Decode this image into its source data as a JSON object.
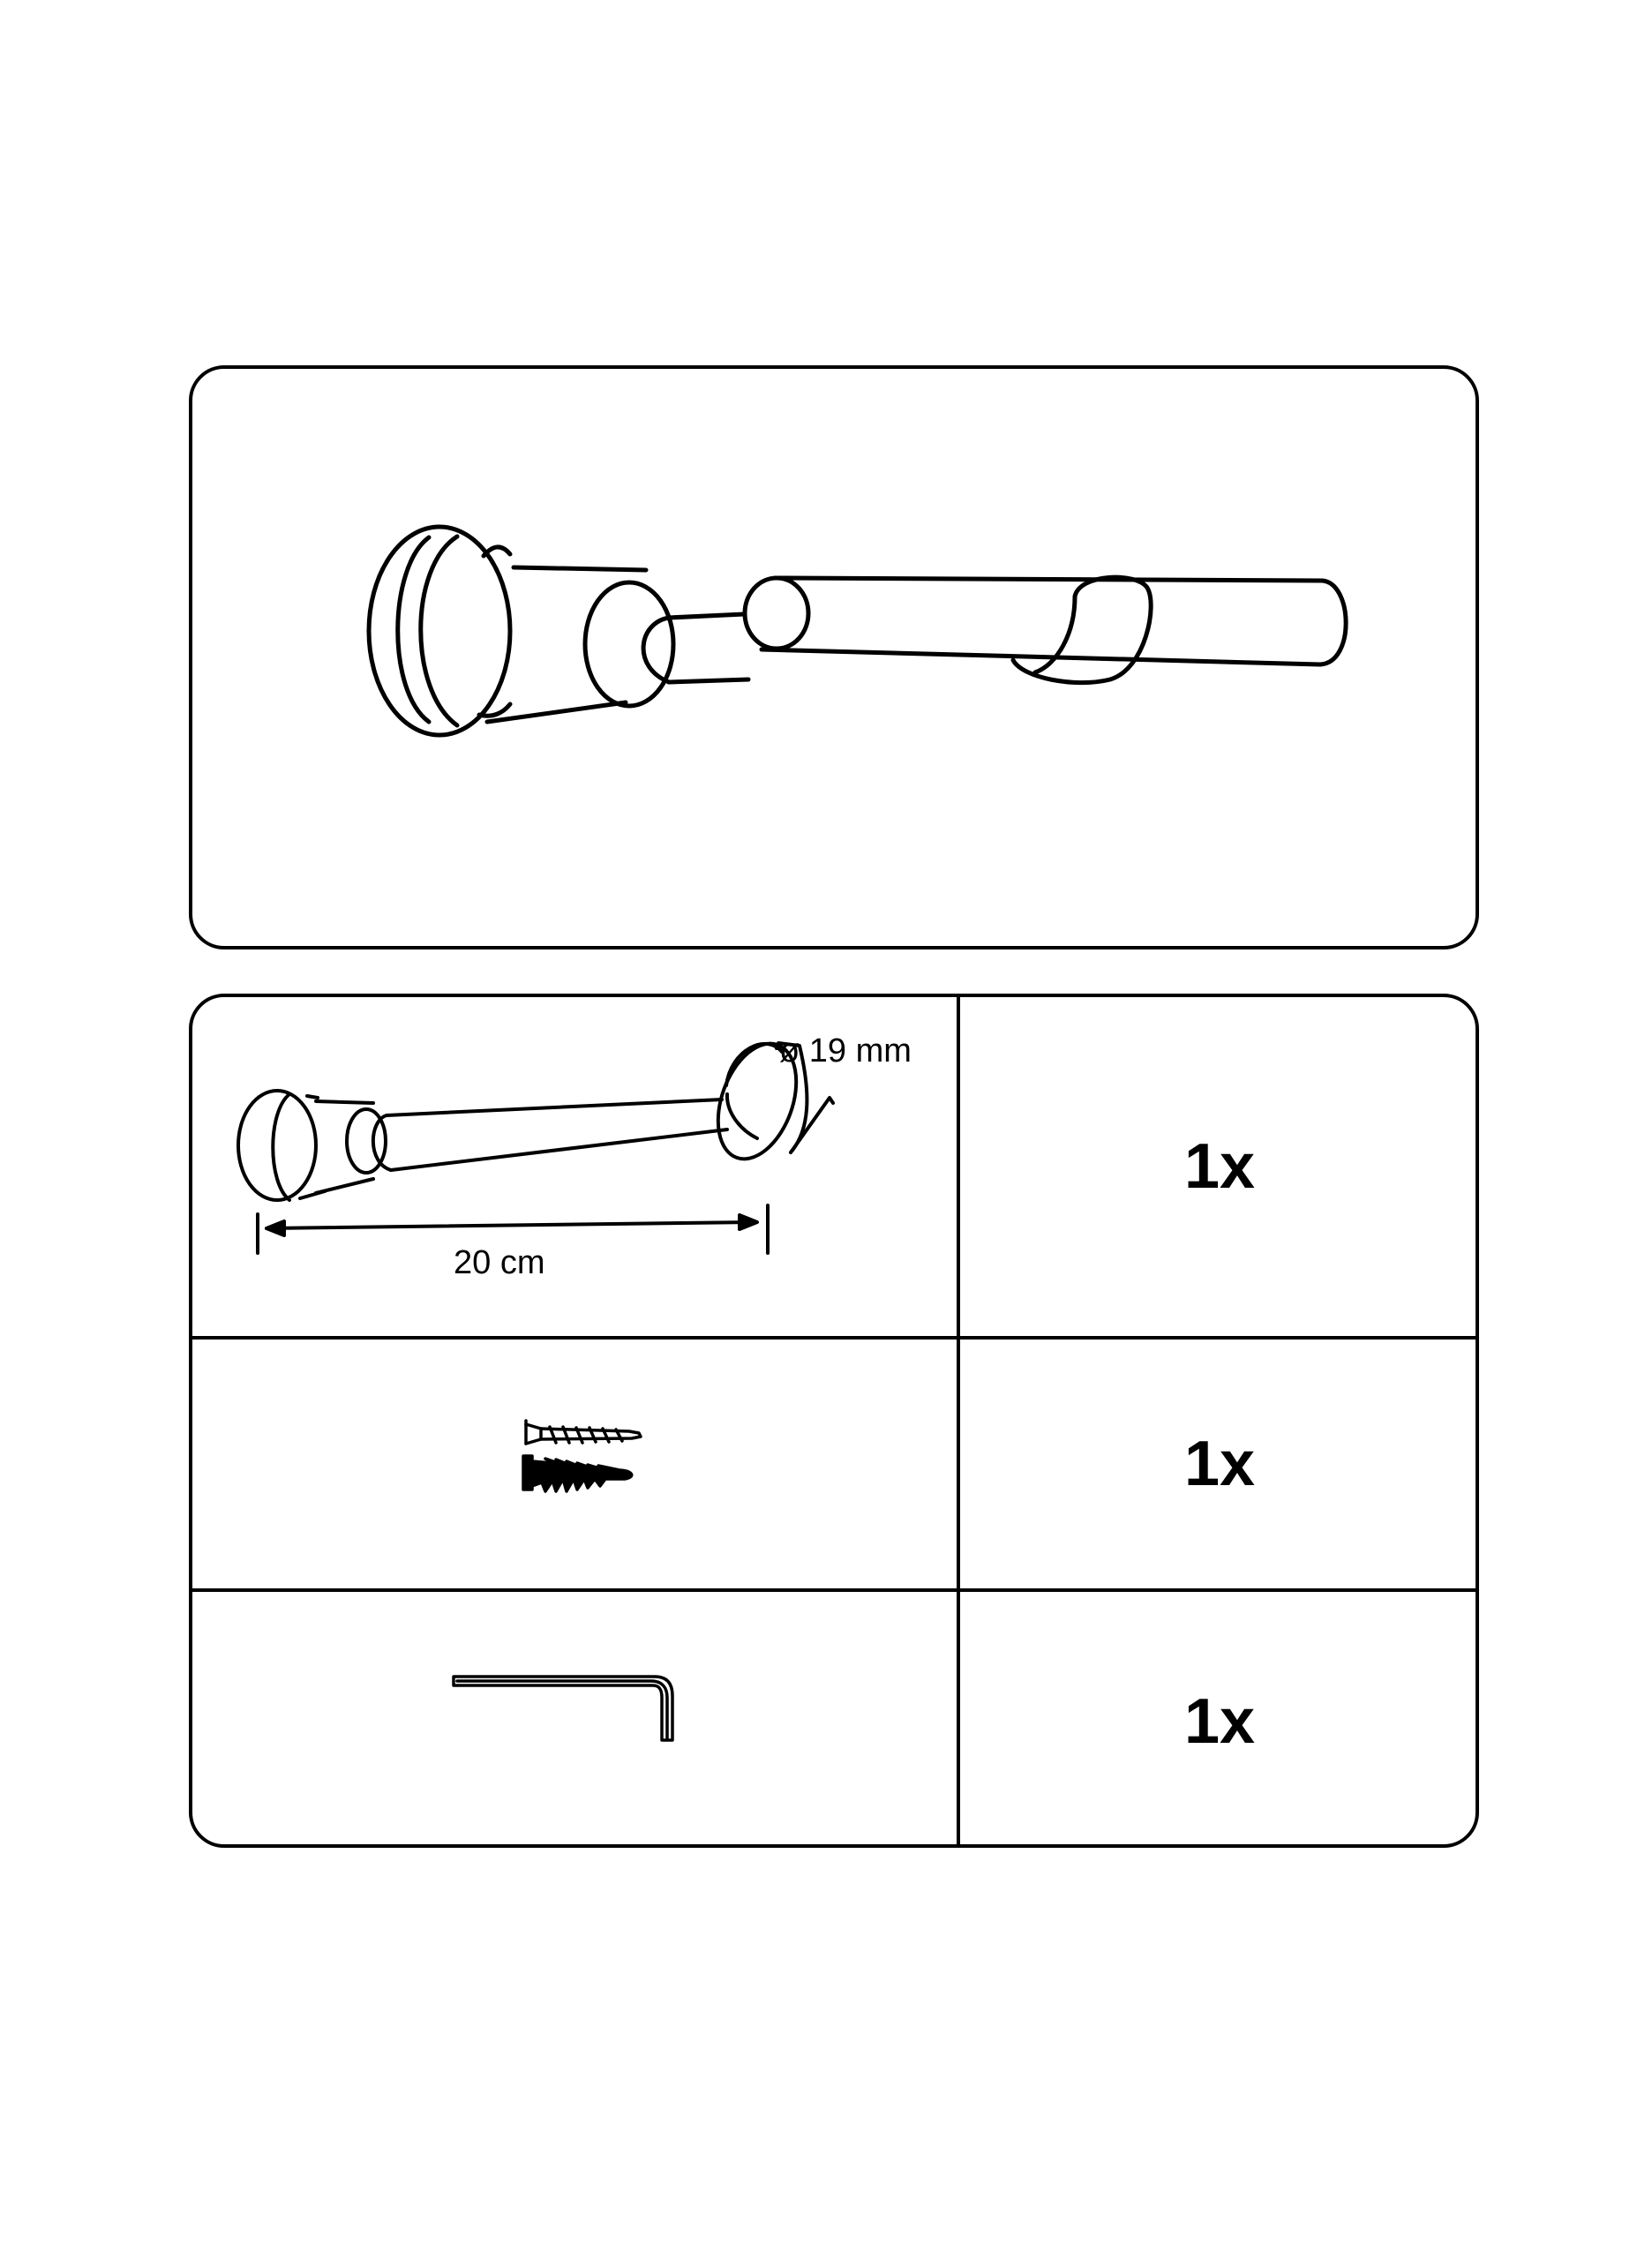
{
  "hero": {
    "icon": "curtain-rod-bracket-assembled"
  },
  "parts": {
    "rows": [
      {
        "icon": "curtain-rod-bracket",
        "diameter_label": "ø 19 mm",
        "length_label": "20 cm",
        "quantity": "1x"
      },
      {
        "icon": "screw-and-wall-plug",
        "quantity": "1x"
      },
      {
        "icon": "allen-key",
        "quantity": "1x"
      }
    ]
  }
}
